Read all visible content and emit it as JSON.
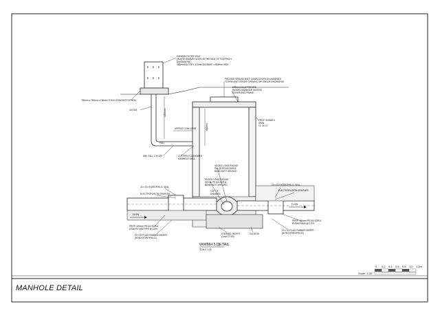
{
  "title_block": {
    "title": "MANHOLE DETAIL"
  },
  "detail": {
    "title": "WWMH 5 DETAIL",
    "scale": "SCALE 1:25"
  },
  "scale_bar": {
    "label": "Scale: 1:25",
    "ticks": [
      "0",
      "0.2",
      "0.4",
      "0.6",
      "0.8",
      "1.0",
      "1.2m"
    ]
  },
  "annotations": {
    "filter_vent": [
      "CARBON FILTER VENT",
      "(WASTE ODOUR FILTER AT THE SIDE OF FOOTPATH,",
      "DIMENSIONS",
      "480mmDIA TOP x 470mm DIA BASE x 864mm HIGH"
    ],
    "apron": "750mm x 750mm x 150mm THICK CONCRETE APRON",
    "vent_dia": "110 DIA",
    "vent_height": "1000mm",
    "pipe_length": "APPROX 3.0m LONG",
    "fall": "FALL",
    "min_fall": "MIN. FALL 1 IN 100",
    "cut_pipe": [
      "CUT PIPE FLUSH WITH",
      "MANHOLE WALL"
    ],
    "cover": [
      "PROVIDE SEALED BOLT DOWN COVER ON MANHOLE",
      "TO PREVENT COVER OPENING OR ODOUR DISCHARGE"
    ],
    "cover_frame": [
      "600mm DIA APPROVED",
      "HINGED MANHOLE ACCESS",
      "COVER AND FRAME"
    ],
    "manhole_depth": "800mm",
    "prop_manhole": [
      "PROP. 900MM-II",
      "CBSa",
      "I.L. 30.70"
    ],
    "bend_1": [
      "45 DEG LONG RADIUS",
      "GN=30 PE100 SDR11",
      "BEND BUTT WELDED"
    ],
    "bend_2": [
      "90 DEG LONG RADIUS",
      "GN=30 PE100 SDR11",
      "BEND BUTT WELDED"
    ],
    "top_channel": [
      "TOP OF",
      "CHANNEL"
    ],
    "left_seal": "20 x 15 HYDROPHILIC SEAL",
    "left_coupler": "ELECTROFUSION COUPLER",
    "right_seal": "20 x 15 HYDROPHILIC SEAL",
    "right_coupler": "ELECTROFUSION COUPLER",
    "flow_left": "FLOW",
    "flow_right": "FLOW",
    "prop_left_pipe": [
      "PROP. 225mm PE100 SDR11",
      "GRAVITY WW PIPE @ 0.8%"
    ],
    "left_insert": [
      "20 x 30 PLAIN RUBBER INSERT",
      "(NON-HYDROPHILIC)"
    ],
    "channel_invert": [
      "CHANNEL INVERT",
      "(Level 27.80)"
    ],
    "il_right": "ILA 28.08",
    "prop_right_pipe": [
      "PROP. 160mm PE100 SDR11",
      "RISING MAIN @ 1.0%"
    ],
    "right_insert": [
      "20 x 30 PLAIN RUBBER INSERT",
      "(NON-HYDROPHILIC)"
    ]
  }
}
